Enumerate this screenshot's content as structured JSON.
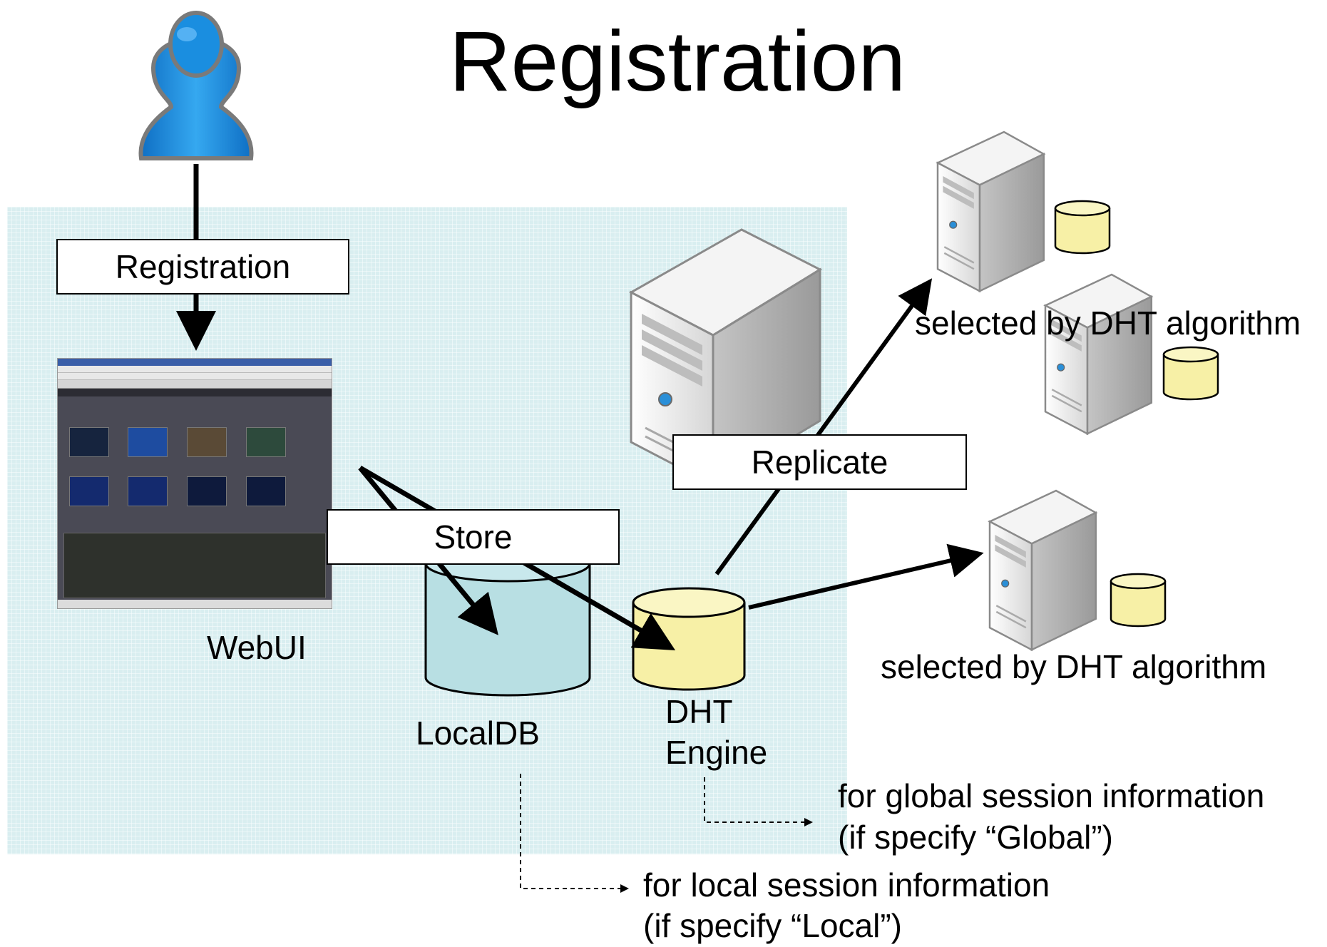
{
  "title": "Registration",
  "boxes": {
    "registration": "Registration",
    "store": "Store",
    "replicate": "Replicate"
  },
  "labels": {
    "webui": "WebUI",
    "localdb": "LocalDB",
    "dht_engine_line1": "DHT",
    "dht_engine_line2": "Engine",
    "selected_top": "selected by DHT algorithm",
    "selected_bottom": "selected by DHT algorithm",
    "global_line1": "for global session information",
    "global_line2": "(if specify “Global”)",
    "local_line1": "for local session information",
    "local_line2": "(if specify “Local”)"
  },
  "icons": {
    "user": "user-icon",
    "main_server": "server-icon",
    "local_db": "database-icon",
    "dht_db": "database-icon",
    "remote_server": "server-icon"
  },
  "colors": {
    "user_blue": "#1e90e0",
    "localdb_fill": "#b8dfe3",
    "dht_fill": "#f7f0a6",
    "area_bg": "#d9eef0"
  }
}
